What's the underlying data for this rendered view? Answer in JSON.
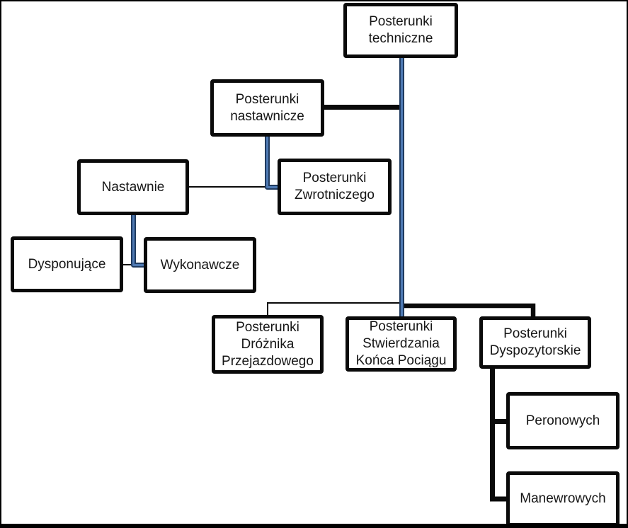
{
  "diagram": {
    "type": "org-chart",
    "language": "pl",
    "nodes": {
      "techniczne": {
        "label": "Posterunki\ntechniczne"
      },
      "nastawnicze": {
        "label": "Posterunki\nnastawnicze"
      },
      "nastawnie": {
        "label": "Nastawnie"
      },
      "zwrotniczego": {
        "label": "Posterunki\nZwrotniczego"
      },
      "dysponujace": {
        "label": "Dysponujące"
      },
      "wykonawcze": {
        "label": "Wykonawcze"
      },
      "drozhnika": {
        "label": "Posterunki\nDróżnika\nPrzejazdowego"
      },
      "stwierdzania": {
        "label": "Posterunki\nStwierdzania\nKońca Pociągu"
      },
      "dyspozytorskie": {
        "label": "Posterunki\nDyspozytorskie"
      },
      "peronowych": {
        "label": "Peronowych"
      },
      "manewrowych": {
        "label": "Manewrowych"
      }
    },
    "edges": [
      {
        "from": "Posterunki nastawnicze",
        "to": "Posterunki techniczne trunk",
        "style": "thick-black"
      },
      {
        "from": "Posterunki nastawnicze",
        "to": "Posterunki Zwrotniczego",
        "style": "blue-elbow"
      },
      {
        "from": "Nastawnie",
        "to": "Posterunki Zwrotniczego junction",
        "style": "thin-black"
      },
      {
        "from": "Nastawnie",
        "to": "Wykonawcze",
        "style": "blue-elbow"
      },
      {
        "from": "Dysponujące",
        "to": "Wykonawcze junction",
        "style": "thin-black"
      },
      {
        "from": "Posterunki techniczne",
        "to": "Posterunki Stwierdzania Końca Pociągu",
        "style": "blue-trunk"
      },
      {
        "from": "Posterunki techniczne trunk",
        "to": "Posterunki Dróżnika Przejazdowego",
        "style": "thin-black-branch"
      },
      {
        "from": "Posterunki techniczne trunk",
        "to": "Posterunki Dyspozytorskie",
        "style": "thick-black-branch"
      },
      {
        "from": "Posterunki Dyspozytorskie",
        "to": "Peronowych",
        "style": "thick-black"
      },
      {
        "from": "Posterunki Dyspozytorskie",
        "to": "Manewrowych",
        "style": "thick-black"
      }
    ],
    "colors": {
      "background": "#ffffff",
      "box_border": "#0a0a0a",
      "text": "#161616",
      "connector_black": "#0a0a0a",
      "connector_blue_outer": "#1f3a5f",
      "connector_blue_inner": "#4f7ab3",
      "outer_frame": "#000000"
    }
  }
}
